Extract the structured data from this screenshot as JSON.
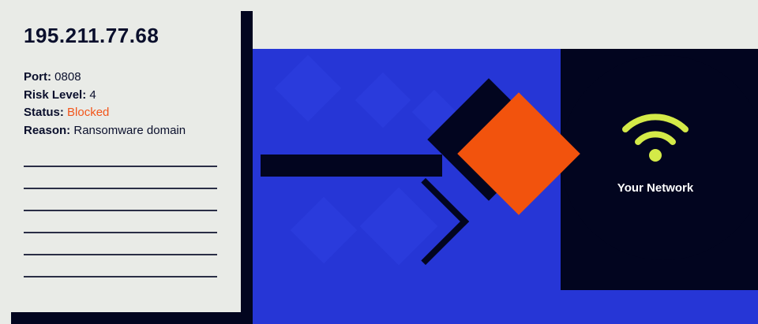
{
  "record": {
    "ip": "195.211.77.68",
    "fields": [
      {
        "label": "Port:",
        "value": "0808"
      },
      {
        "label": "Risk Level:",
        "value": "4"
      },
      {
        "label": "Status:",
        "value": "Blocked"
      },
      {
        "label": "Reason:",
        "value": "Ransomware domain"
      }
    ],
    "blank_lines": 6
  },
  "network": {
    "label": "Your Network",
    "icon": "wifi-icon"
  },
  "colors": {
    "card_bg": "#e9ebe7",
    "ink": "#0a0f2c",
    "status_blocked": "#f2551a",
    "blue": "#2636d6",
    "navy": "#02051f",
    "orange": "#f2530d",
    "wifi": "#d4ea48"
  }
}
